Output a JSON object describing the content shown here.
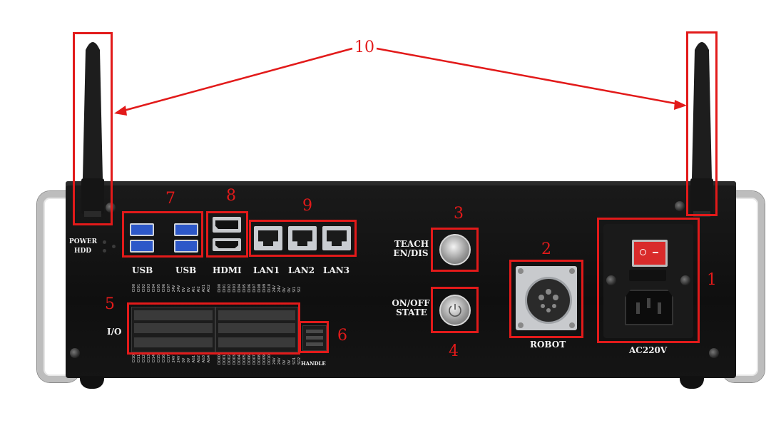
{
  "callouts": [
    {
      "num": "1"
    },
    {
      "num": "2"
    },
    {
      "num": "3"
    },
    {
      "num": "4"
    },
    {
      "num": "5"
    },
    {
      "num": "6"
    },
    {
      "num": "7"
    },
    {
      "num": "8"
    },
    {
      "num": "9"
    },
    {
      "num": "10"
    }
  ],
  "labels": {
    "power": "POWER",
    "hdd": "HDD",
    "usb1": "USB",
    "usb2": "USB",
    "hdmi": "HDMI",
    "lan1": "LAN1",
    "lan2": "LAN2",
    "lan3": "LAN3",
    "teach": "TEACH",
    "endis": "EN/DIS",
    "onoff": "ON/OFF",
    "state": "STATE",
    "robot": "ROBOT",
    "ac": "AC220V",
    "io": "I/O",
    "handle": "HANDLE"
  },
  "io_pins": {
    "top_left": [
      "CI00",
      "CI01",
      "CI02",
      "CI03",
      "CI04",
      "CI05",
      "CI06",
      "CI07",
      "24V",
      "24V",
      "0V",
      "0V",
      "AI1",
      "AI2",
      "AO1",
      "AO2"
    ],
    "top_right": [
      "DI00",
      "DI01",
      "DI02",
      "DI03",
      "DI04",
      "DI05",
      "DI06",
      "DI07",
      "DI08",
      "DI09",
      "DI10",
      "24V",
      "24V",
      "0V",
      "0V",
      "SI1",
      "SI2"
    ],
    "bottom_left": [
      "CI10",
      "CI11",
      "CI12",
      "CI13",
      "CI14",
      "CI15",
      "CI16",
      "CI17",
      "24V",
      "24V",
      "0V",
      "0V",
      "AG1",
      "AG2",
      "AG3",
      "AG4"
    ],
    "bottom_right": [
      "DO00",
      "DO01",
      "DO02",
      "DO03",
      "DO04",
      "DO05",
      "DO06",
      "DO07",
      "DO08",
      "DO09",
      "DO10",
      "24V",
      "24V",
      "0V",
      "0V",
      "SO1",
      "SO2"
    ]
  },
  "colors": {
    "callout": "#e21a1a",
    "usb_port": "#2d58c8",
    "switch": "#d92b2b"
  }
}
